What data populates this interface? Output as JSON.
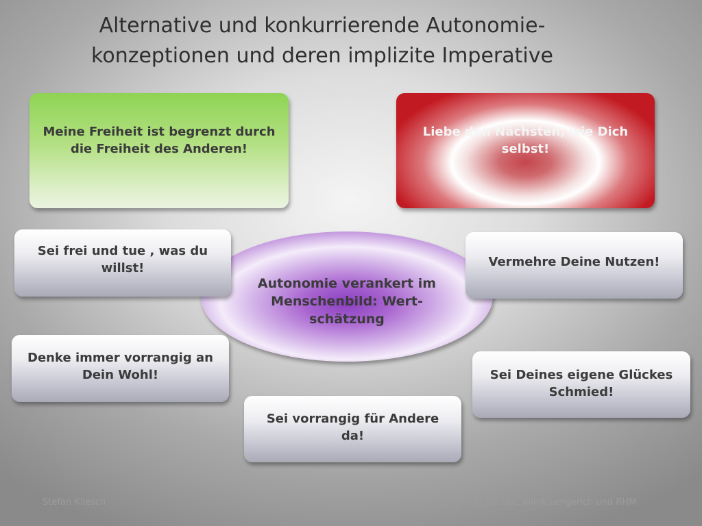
{
  "slide": {
    "title_line1": "Alternative und konkurrierende Autonomie-",
    "title_line2": "konzeptionen und deren implizite Imperative"
  },
  "diagram": {
    "center": {
      "label": "Autonomie verankert im Menschenbild: Wert-schätzung"
    },
    "nodes": [
      {
        "label": "Meine Freiheit ist begrenzt durch die Freiheit des Anderen!"
      },
      {
        "label": "Liebe den Nächsten, wie Dich selbst!"
      },
      {
        "label": "Sei frei und tue , was du willst!"
      },
      {
        "label": "Vermehre Deine Nutzen!"
      },
      {
        "label": "Denke immer vorrangig an Dein Wohl!"
      },
      {
        "label": "Sei Deines eigene Glückes Schmied!"
      },
      {
        "label": "Sei vorrangig für Andere da!"
      }
    ],
    "colors": {
      "green": "#8ed454",
      "red": "#c21a22",
      "purple": "#8a3fbf",
      "gray": "#a9aab7"
    }
  },
  "footer": {
    "author": "Stefan Kliesch",
    "event": "Wertschätzung und Sucht,  8. CRA-Tagung April 2018, LWL Klinik Lengerich und RHM"
  }
}
